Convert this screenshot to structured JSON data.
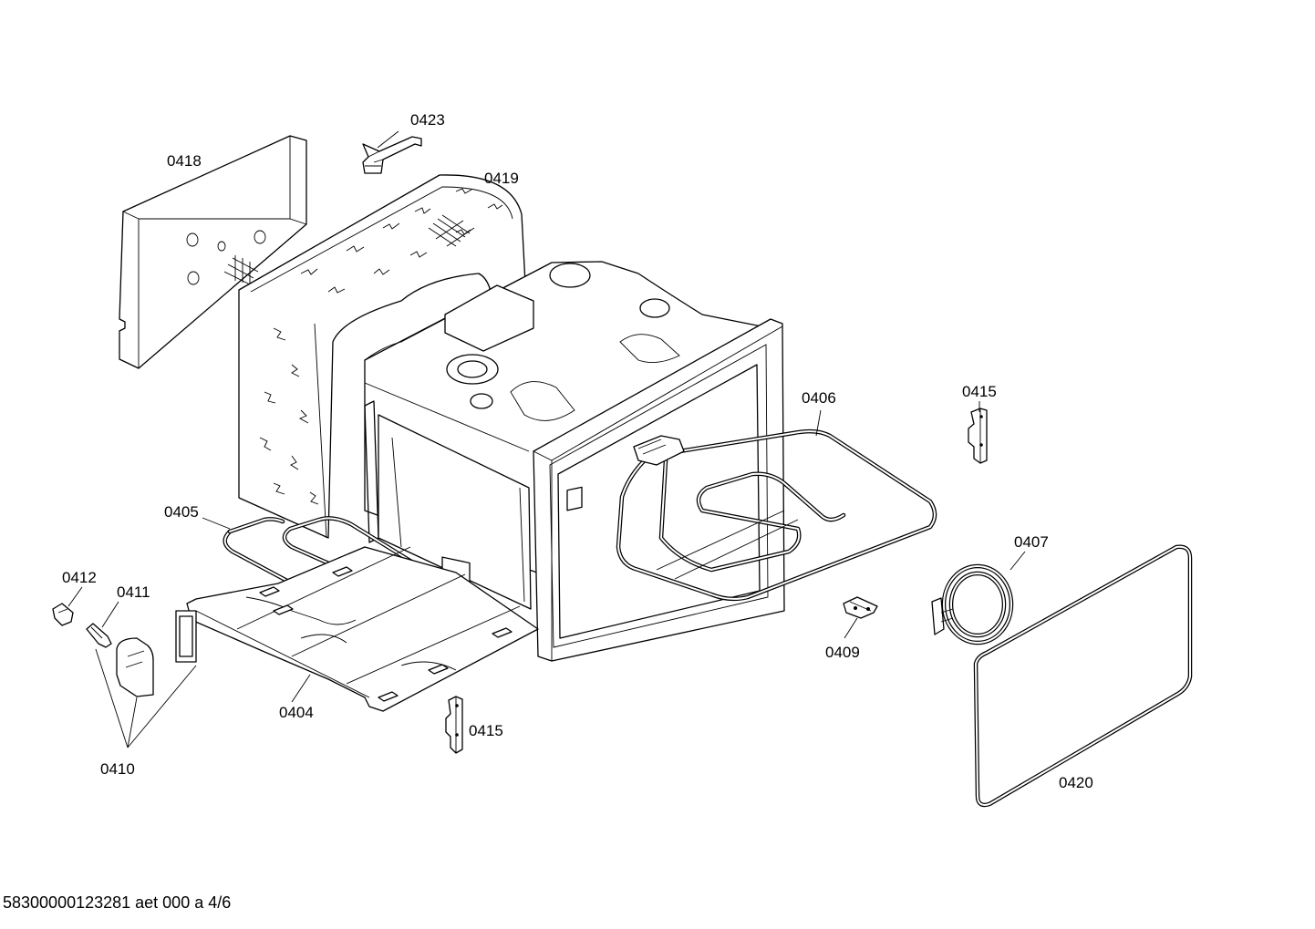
{
  "parts": {
    "p0418": "0418",
    "p0423": "0423",
    "p0419": "0419",
    "p0406": "0406",
    "p0415_right": "0415",
    "p0405": "0405",
    "p0412": "0412",
    "p0411": "0411",
    "p0407": "0407",
    "p0409": "0409",
    "p0404": "0404",
    "p0415_bottom": "0415",
    "p0410": "0410",
    "p0420": "0420"
  },
  "footer": "58300000123281 aet 000 a 4/6"
}
